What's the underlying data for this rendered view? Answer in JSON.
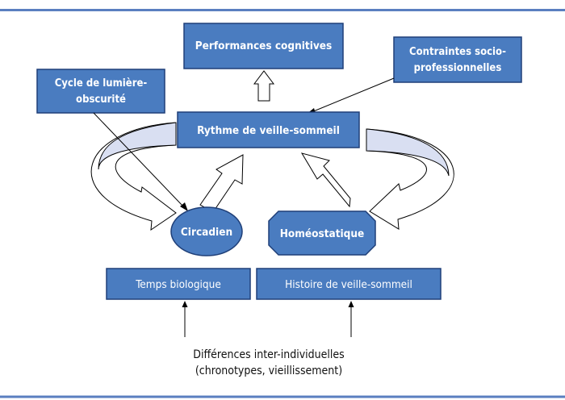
{
  "nodes": {
    "performances": "Performances cognitives",
    "contraintes_line1": "Contraintes socio-",
    "contraintes_line2": "professionnelles",
    "cycle_line1": "Cycle de lumière-",
    "cycle_line2": "obscurité",
    "rythme": "Rythme de veille-sommeil",
    "circadien": "Circadien",
    "homeostatique": "Homéostatique",
    "temps": "Temps biologique",
    "histoire": "Histoire de veille-sommeil"
  },
  "differences": {
    "line1": "Différences inter-individuelles",
    "line2": "(chronotypes, vieillissement)"
  },
  "colors": {
    "box_fill": "#4a7cc0",
    "box_stroke": "#1f3f78",
    "box_text": "#ffffff",
    "band_fill": "#d9dff2",
    "border_line": "#5a7fc0",
    "arrow_stroke": "#000000"
  }
}
